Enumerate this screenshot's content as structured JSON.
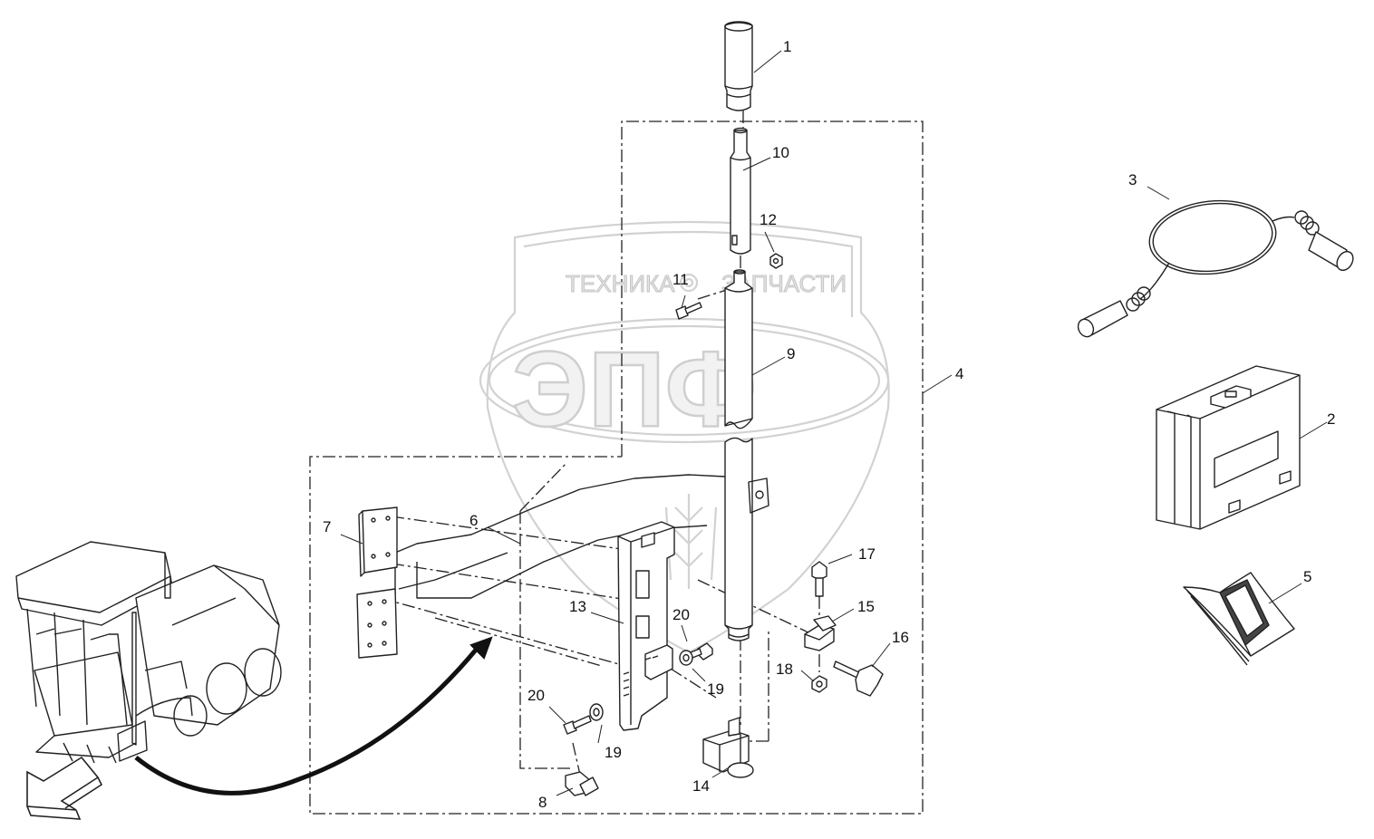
{
  "watermark": {
    "left_word": "ТЕХНИКА",
    "right_word": "ЗАПЧАСТИ",
    "logo": "ЭПФ"
  },
  "callouts": [
    "1",
    "2",
    "3",
    "4",
    "5",
    "6",
    "7",
    "8",
    "9",
    "10",
    "11",
    "12",
    "13",
    "14",
    "15",
    "16",
    "17",
    "18",
    "19",
    "19",
    "20",
    "20"
  ],
  "icons": {
    "machine": "paver-machine-icon",
    "view_arrow": "view-direction-arrow-icon",
    "case": "carry-case-icon",
    "manual": "manual-booklet-icon",
    "cable": "cable-icon"
  }
}
